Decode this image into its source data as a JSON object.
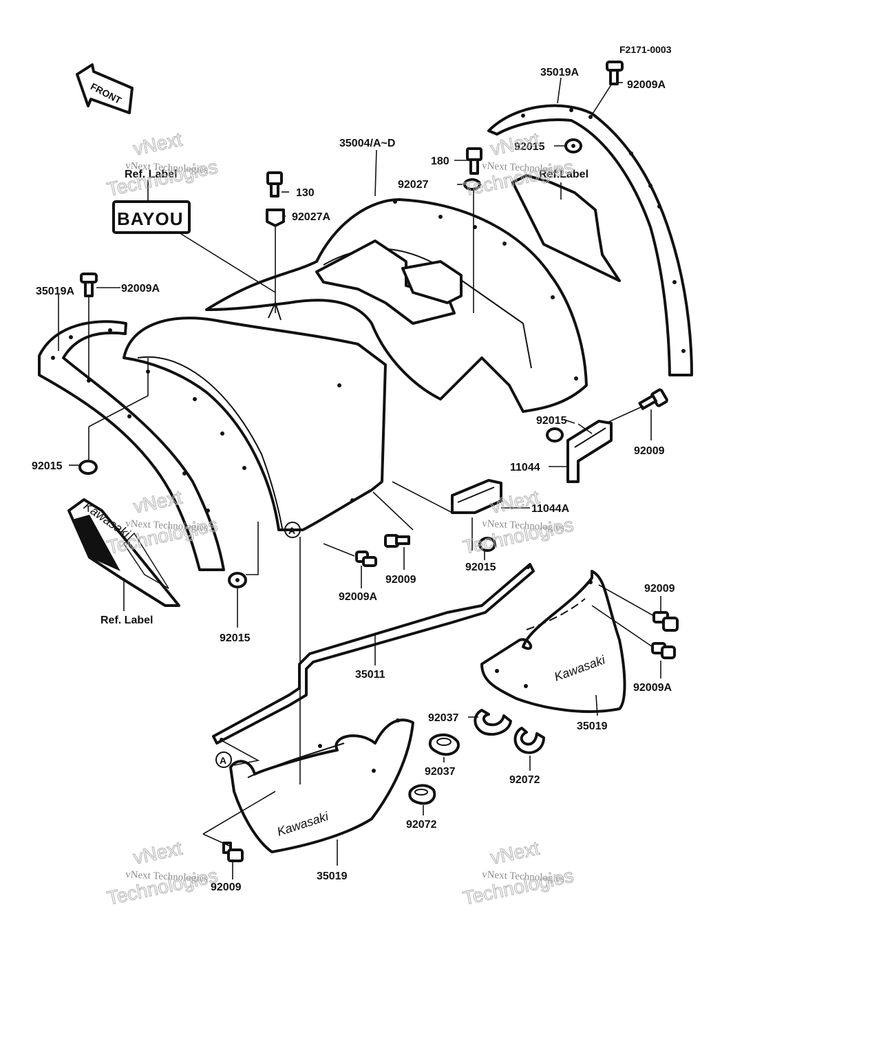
{
  "figure_code": "F2171-0003",
  "front_marker": "FRONT",
  "ref_label": "Ref. Label",
  "ref_label_overlap": "Ref.Label",
  "bayou_logo": "BAYOU",
  "brand_text": "Kawasaki",
  "callout_A": "A",
  "watermark": {
    "line1": "vNext Technologies",
    "word1": "vNext",
    "word2": "Technologies"
  },
  "parts": {
    "p35019A_top": "35019A",
    "p35019A_left": "35019A",
    "p92009A_top": "92009A",
    "p92009A_left": "92009A",
    "p92009A_mid": "92009A",
    "p92009A_right": "92009A",
    "p35004": "35004/A~D",
    "p92015_top": "92015",
    "p180": "180",
    "p92027": "92027",
    "p130": "130",
    "p92027A": "92027A",
    "p92015_right": "92015",
    "p92009_right": "92009",
    "p11044": "11044",
    "p11044A": "11044A",
    "p92015_left": "92015",
    "p92015_bottom": "92015",
    "p92015_mid": "92015",
    "p92009_mid": "92009",
    "p92009_r2": "92009",
    "p35011": "35011",
    "p35019_right": "35019",
    "p92037_a": "92037",
    "p92037_b": "92037",
    "p92072_a": "92072",
    "p92072_b": "92072",
    "p35019_bottom": "35019",
    "p92009_bottom": "92009"
  }
}
